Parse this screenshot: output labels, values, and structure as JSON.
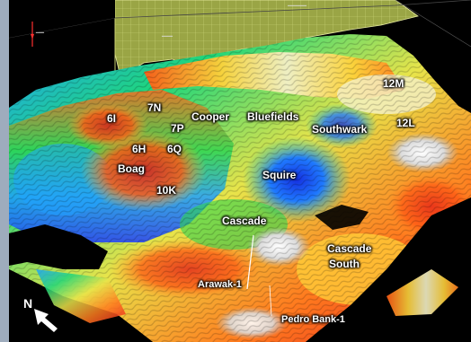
{
  "scene": {
    "field_labels": {
      "l_12m": "12M",
      "l_6i": "6I",
      "l_7n": "7N",
      "l_cooper": "Cooper",
      "l_bluefields": "Bluefields",
      "l_7p": "7P",
      "l_southwark": "Southwark",
      "l_12l": "12L",
      "l_6h": "6H",
      "l_6q": "6Q",
      "l_boag": "Boag",
      "l_squire": "Squire",
      "l_10k": "10K",
      "l_cascade": "Cascade",
      "l_cascade_south_1": "Cascade",
      "l_cascade_south_2": "South",
      "l_arawak": "Arawak-1",
      "l_pedro": "Pedro Bank-1"
    },
    "north_label": "N",
    "colors": {
      "background_panel": "#9eacbd",
      "viewport": "#000000",
      "grid_plane": "#9aa545",
      "grid_lines": "#cdd67a"
    }
  }
}
